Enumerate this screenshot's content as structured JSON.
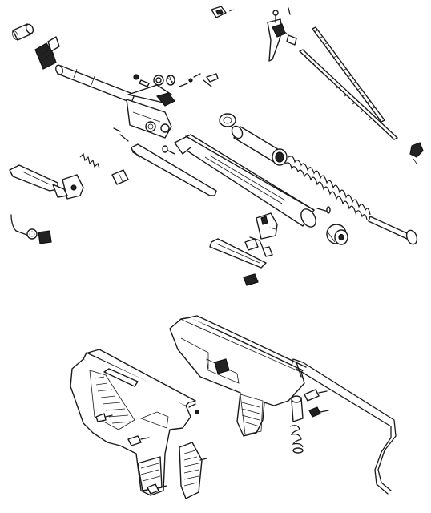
{
  "diagram": {
    "kind": "exploded-parts-view",
    "style": "black line art on white",
    "colors": {
      "background": "#ffffff",
      "ink": "#1a1a1a"
    },
    "parts": [
      {
        "id": "front-sight-cap"
      },
      {
        "id": "front-sight-block"
      },
      {
        "id": "barrel"
      },
      {
        "id": "breech-block"
      },
      {
        "id": "rear-sight-assembly"
      },
      {
        "id": "small-screws-and-pins"
      },
      {
        "id": "trigger-sear-assembly"
      },
      {
        "id": "mainspring-guide-rod-long"
      },
      {
        "id": "mainspring-guide-rod-short"
      },
      {
        "id": "compression-tube"
      },
      {
        "id": "piston-seal-washer"
      },
      {
        "id": "piston"
      },
      {
        "id": "mainspring"
      },
      {
        "id": "spring-guide-with-end-cap"
      },
      {
        "id": "end-plug"
      },
      {
        "id": "cocking-link"
      },
      {
        "id": "cocking-lever"
      },
      {
        "id": "detent-spring"
      },
      {
        "id": "small-block-pin"
      },
      {
        "id": "latch-block"
      },
      {
        "id": "loading-tap-lever"
      },
      {
        "id": "trigger-guard-insert"
      },
      {
        "id": "safety-slide"
      },
      {
        "id": "sear-pin-and-screw"
      },
      {
        "id": "left-grip-frame"
      },
      {
        "id": "left-grip-panel"
      },
      {
        "id": "right-frame-half"
      },
      {
        "id": "stock-wire-rod"
      },
      {
        "id": "buffer-and-spring"
      },
      {
        "id": "frame-screws"
      }
    ]
  }
}
